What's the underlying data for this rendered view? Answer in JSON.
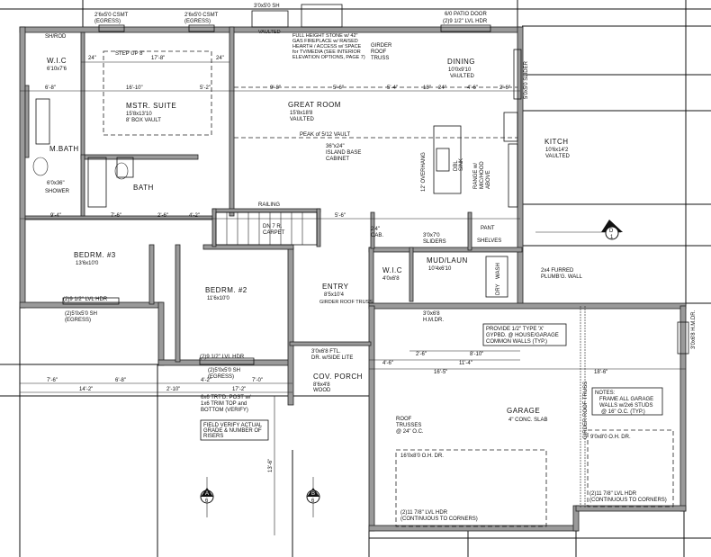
{
  "top": {
    "csmt1": "2'6x5'0 CSMT",
    "egress1": "(EGRESS)",
    "csmt2": "2'6x5'0 CSMT",
    "egress2": "(EGRESS)",
    "sh_top": "3'0x5'0 SH",
    "patio": "6/0 PATIO DOOR",
    "patio_hdr": "(2)9 1/2\" LVL HDR",
    "stone_note": [
      "FULL HEIGHT STONE w/ 42\"",
      "GAS FIREPLACE w/ RAISED",
      "HEARTH / ACCESS w/ SPACE",
      "for TV/MEDIA (SEE INTERIOR",
      "ELEVATION OPTIONS, PAGE 7)"
    ],
    "vaulted_small": "VAULTED",
    "girder": [
      "GIRDER",
      "ROOF",
      "TRUSS"
    ]
  },
  "rooms": {
    "wic": {
      "name": "W.I.C",
      "size": "6'10x7'6"
    },
    "sh_rod_top": "SH/ROD",
    "step_up": "STEP UP 8\"",
    "mstr": {
      "name": "MSTR. SUITE",
      "size": "15'8x13'10",
      "note": "8' BOX VAULT"
    },
    "mbath": {
      "name": "M.BATH"
    },
    "shower": {
      "name": "SHOWER",
      "size": "6'0x36\""
    },
    "bath": {
      "name": "BATH"
    },
    "great": {
      "name": "GREAT ROOM",
      "size": "15'8x18'8",
      "note": "VAULTED"
    },
    "peak": "PEAK of 5/12 VAULT",
    "island": [
      "36\"x24\"",
      "ISLAND BASE",
      "CABINET"
    ],
    "dining": {
      "name": "DINING",
      "size": "10'0x9'10",
      "note": "VAULTED"
    },
    "slider": "5'0x5'0 SLIDER",
    "kitch": {
      "name": "KITCH",
      "size": "10'6x14'2",
      "note": "VAULTED"
    },
    "overhang": "12' OVERHANG",
    "range": [
      "RANGE w/",
      "MIC/HOOD",
      "ABOVE"
    ],
    "sink": [
      "DBL",
      "SINK"
    ],
    "railing": "RAILING",
    "stairs": [
      "DN 7 R.",
      "CARPET"
    ],
    "bed3": {
      "name": "BEDRM. #3",
      "size": "13'6x10'0"
    },
    "bed2": {
      "name": "BEDRM. #2",
      "size": "11'6x10'0"
    },
    "entry": {
      "name": "ENTRY",
      "size": "8'5x10'4",
      "note": "GIRDER ROOF TRUSS"
    },
    "mudlaun": {
      "name": "MUD/LAUN",
      "size": "10'4x6'10"
    },
    "wic2": {
      "name": "W.I.C",
      "size": "4'0x6'8"
    },
    "pant": "PANT",
    "shelves": "SHELVES",
    "sliders": [
      "3'0x7'0",
      "SLIDERS"
    ],
    "cab": [
      "2'4\"",
      "CAB."
    ],
    "wash": "WASH",
    "dry": "DRY",
    "furred": [
      "2x4 FURRED",
      "PLUMB'G. WALL"
    ],
    "garage": {
      "name": "GARAGE",
      "size": "4\" CONC. SLAB"
    },
    "porch": {
      "name": "COV. PORCH",
      "size": "8'6x4'8",
      "note": "WOOD"
    }
  },
  "notes": {
    "bed3_hdr": "(2)9 1/2\" LVL HDR",
    "bed3_sh": "(2)5'0x5'0 SH",
    "bed3_egress": "(EGRESS)",
    "bed2_hdr": "(2)9 1/2\" LVL HDR",
    "bed2_sh": "(2)5'0x5'0 SH",
    "bed2_egress": "(EGRESS)",
    "entry_door": [
      "3'0x6'8 FTL.",
      "DR. w/SIDE LITE"
    ],
    "post": [
      "6x6 TRT'D. POST w/",
      "1x6 TRIM TOP and",
      "BOTTOM (VERIFY)"
    ],
    "field": [
      "FIELD VERIFY ACTUAL",
      "GRADE & NUMBER OF",
      "RISERS"
    ],
    "hmdr": [
      "3'0x6'8",
      "H.M.DR."
    ],
    "hmdr2": "3'0x6'8 H.M.DR.",
    "provide": [
      "PROVIDE 1/2\" TYPE 'X'",
      "GYPBD. @ HOUSE/GARAGE",
      "COMMON WALLS (TYP.)"
    ],
    "garage_notes": [
      "NOTES:",
      "FRAME ALL GARAGE",
      "WALLS w/2x6 STUDS",
      "@ 16\" O.C. (TYP.)"
    ],
    "ohdr16": "16'0x8'0 O.H. DR.",
    "ohdr9": "9'0x8'0 O.H. DR.",
    "lvl_a": [
      "(2)11 7/8\" LVL HDR",
      "(CONTINUOUS TO CORNERS)"
    ],
    "lvl_b": [
      "(2)11 7/8\" LVL HDR",
      "(CONTINUOUS TO CORNERS)"
    ],
    "girder_garage": "GIRDER ROOF TRUSS",
    "trusses": [
      "ROOF",
      "TRUSSES",
      "@ 24\" O.C."
    ]
  },
  "dims": {
    "d24a": "24\"",
    "d17_8": "17'-8\"",
    "d24b": "24\"",
    "d6_8": "6'-8\"",
    "d16_10": "16'-10\"",
    "d5_2": "5'-2\"",
    "d9_8": "9'-8\"",
    "d5_6": "5'-6\"",
    "d5_4": "5'-4\"",
    "d18": "18\"",
    "d24c": "24\"",
    "d4_6": "4'-6\"",
    "d2_6": "2'-6\"",
    "d9_4": "9'-4\"",
    "d7_6": "7'-6\"",
    "d2_6b": "2'-6\"",
    "d4_2": "4'-2\"",
    "d5_6b": "5'-6\"",
    "d7_6b": "7'-6\"",
    "d6_8b": "6'-8\"",
    "d14_2": "14'-2\"",
    "d2_10": "2'-10\"",
    "d17_2": "17'-2\"",
    "d4_2b": "4'-2\"",
    "d7_0": "7'-0\"",
    "d2_6c": "2'-6\"",
    "d8_10": "8'-10\"",
    "d4_6b": "4'-6\"",
    "d11_4": "11'-4\"",
    "d16_5": "16'-5\"",
    "d18_6": "18'-6\"",
    "d13_6": "13'-6\""
  },
  "markers": {
    "a": {
      "letter": "A",
      "sheet": "6"
    },
    "b": {
      "letter": "B",
      "sheet": "6"
    },
    "d": {
      "letter": "D",
      "sheet": "1"
    }
  }
}
